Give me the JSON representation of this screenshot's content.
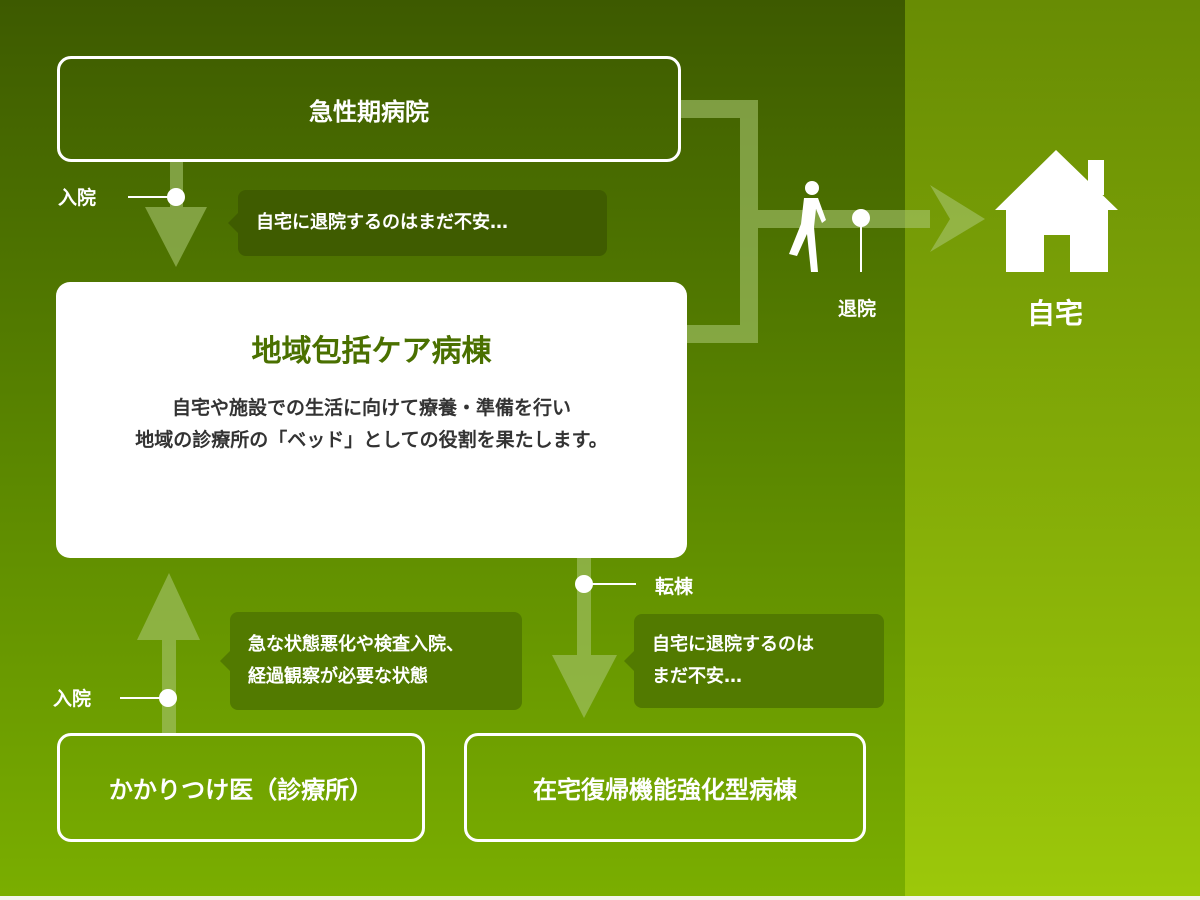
{
  "boxes": {
    "acute": "急性期病院",
    "clinic": "かかりつけ医（診療所）",
    "home_return": "在宅復帰機能強化型病棟"
  },
  "main": {
    "title": "地域包括ケア病棟",
    "desc": [
      "自宅や施設での生活に向けて療養・準備を行い",
      "地域の診療所の「ベッド」としての役割を果たします。"
    ]
  },
  "labels": {
    "admit_top": "入院",
    "admit_bottom": "入院",
    "discharge": "退院",
    "transfer": "転棟",
    "home": "自宅"
  },
  "bubbles": {
    "top": "自宅に退院するのはまだ不安…",
    "left": [
      "急な状態悪化や検査入院、",
      "経過観察が必要な状態"
    ],
    "right": [
      "自宅に退院するのは",
      "まだ不安…"
    ]
  },
  "colors": {
    "arrow": "#9bbf5e",
    "bubble_top": "#3f5c00",
    "bubble_bottom": "#527a00",
    "title": "#4a7000"
  }
}
